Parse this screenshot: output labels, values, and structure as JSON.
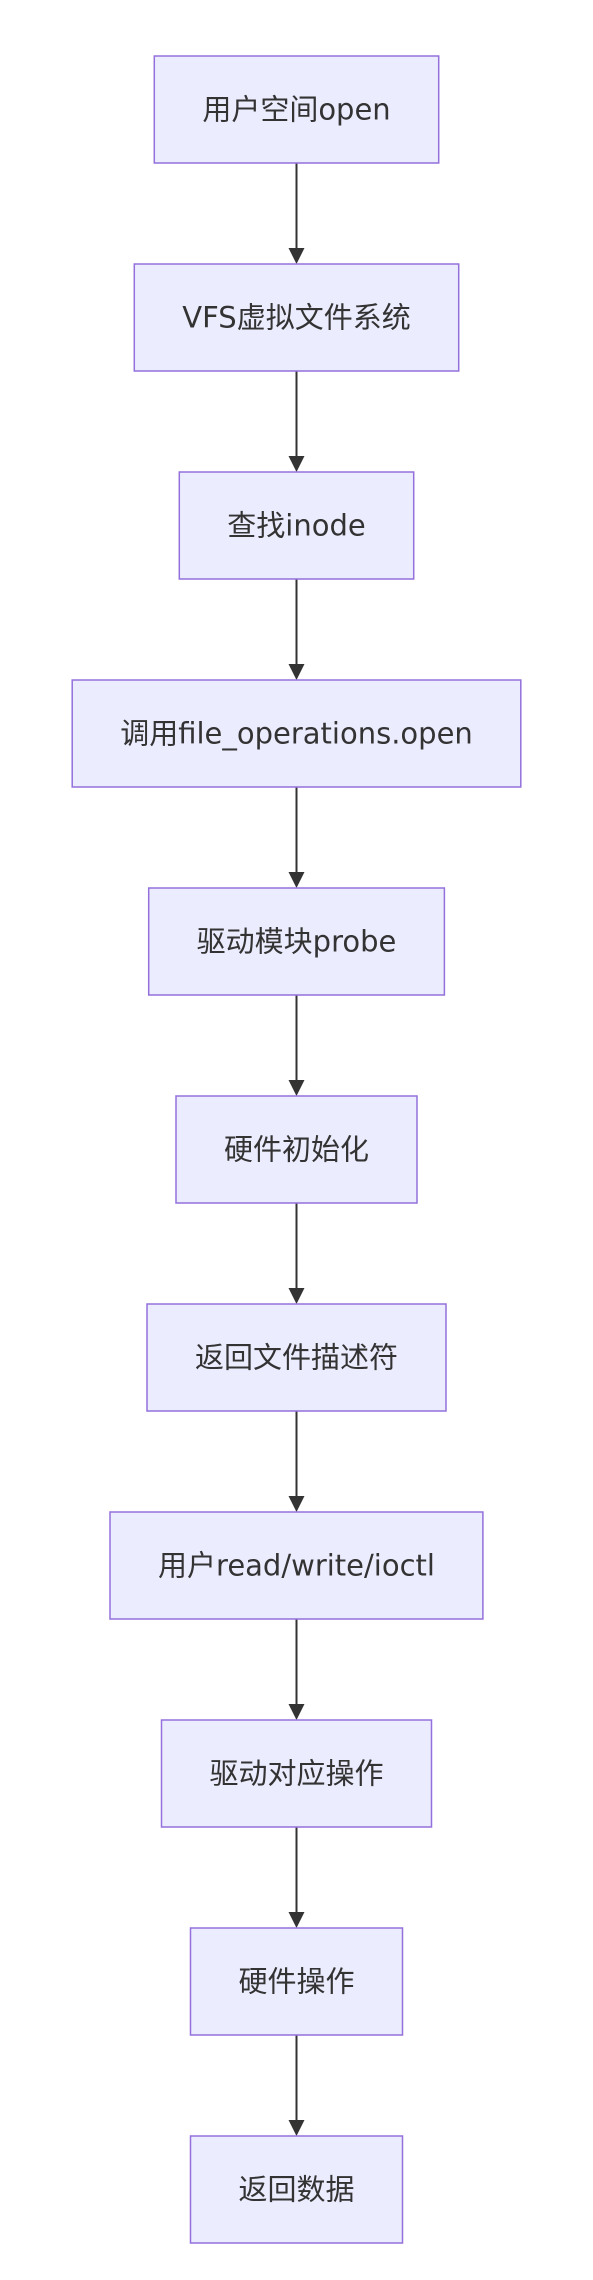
{
  "diagram": {
    "type": "flowchart",
    "direction": "top-to-bottom",
    "colors": {
      "node_fill": "#ececff",
      "node_border": "#9370db",
      "text": "#333333",
      "edge": "#333333",
      "background": "#ffffff"
    },
    "nodes": [
      {
        "id": "n1",
        "label": "用户空间open"
      },
      {
        "id": "n2",
        "label": "VFS虚拟文件系统"
      },
      {
        "id": "n3",
        "label": "查找inode"
      },
      {
        "id": "n4",
        "label": "调用file_operations.open"
      },
      {
        "id": "n5",
        "label": "驱动模块probe"
      },
      {
        "id": "n6",
        "label": "硬件初始化"
      },
      {
        "id": "n7",
        "label": "返回文件描述符"
      },
      {
        "id": "n8",
        "label": "用户read/write/ioctl"
      },
      {
        "id": "n9",
        "label": "驱动对应操作"
      },
      {
        "id": "n10",
        "label": "硬件操作"
      },
      {
        "id": "n11",
        "label": "返回数据"
      }
    ],
    "edges": [
      {
        "from": "n1",
        "to": "n2"
      },
      {
        "from": "n2",
        "to": "n3"
      },
      {
        "from": "n3",
        "to": "n4"
      },
      {
        "from": "n4",
        "to": "n5"
      },
      {
        "from": "n5",
        "to": "n6"
      },
      {
        "from": "n6",
        "to": "n7"
      },
      {
        "from": "n7",
        "to": "n8"
      },
      {
        "from": "n8",
        "to": "n9"
      },
      {
        "from": "n9",
        "to": "n10"
      },
      {
        "from": "n10",
        "to": "n11"
      }
    ]
  }
}
